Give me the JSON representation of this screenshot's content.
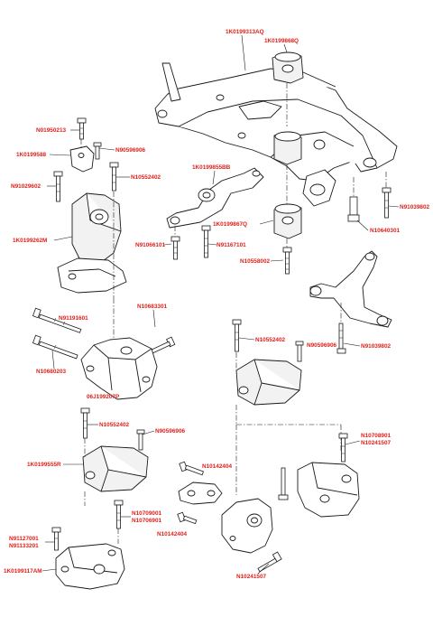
{
  "labels": {
    "subframe": "1K0199313AQ",
    "rear_mount_top": "1K0199868Q",
    "bolt_n01950213": "N01950213",
    "bracket_1k0199588": "1K0199588",
    "bolt_n90596906_a": "N90596906",
    "bolt_n10552402_a": "N10552402",
    "bolt_n91029602": "N91029602",
    "torque_rod": "1K0199855BB",
    "front_mount": "1K0199867Q",
    "bolt_n91039802_a": "N91039802",
    "nut_n10640301": "N10640301",
    "engine_mount_left": "1K0199262M",
    "bolt_n91066101": "N91066101",
    "bolt_n91167101": "N91167101",
    "bolt_n10558002": "N10558002",
    "bolt_n91191601": "N91191601",
    "bolt_n10683301": "N10683301",
    "bolt_n10680203": "N10680203",
    "bracket_06j": "06J199207P",
    "bolt_n10552402_b": "N10552402",
    "bolt_n90596906_b": "N90596906",
    "bolt_n91039802_b": "N91039802",
    "bolt_n10552402_c": "N10552402",
    "bolt_n90596906_c": "N90596906",
    "trans_mount": "1K0199555R",
    "bolt_n10142404_a": "N10142404",
    "bolt_n10708901": "N10708901",
    "bolt_n10241507_a": "N10241507",
    "bolt_n10709001": "N10709001",
    "bolt_n10706901": "N10706901",
    "bolt_n10142404_b": "N10142404",
    "bolt_n91127001": "N91127001",
    "bolt_n91133201": "N91133201",
    "lower_mount": "1K0199117AM",
    "bolt_n10241507_b": "N10241507"
  }
}
